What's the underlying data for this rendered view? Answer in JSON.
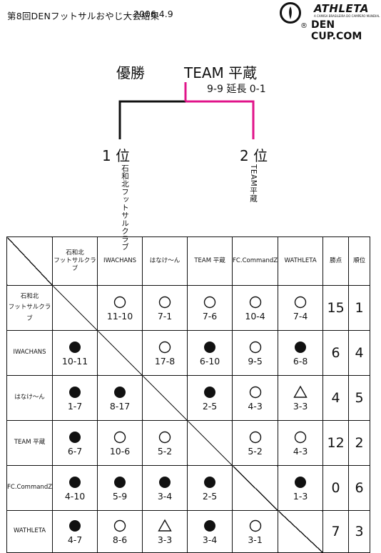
{
  "header": {
    "title": "第8回DENフットサルおやじ大会結果",
    "date": "2006.4.9",
    "logo_brand": "ATHLETA",
    "logo_subtext": "A CAMISA BRASILEIRA DO CAMPEÃO MUNDIAL",
    "logo_cup": "DEN CUP.COM",
    "logo_registered": "®"
  },
  "bracket": {
    "champion_label": "優勝",
    "champion_name": "TEAM 平蔵",
    "final_score": "9-9 延長 0-1",
    "first_place_label": "1 位",
    "first_place_team": "石和北フットサルクラブ",
    "second_place_label": "2 位",
    "second_place_team": "TEAM平蔵"
  },
  "results_table": {
    "columns": [
      "石和北\nフットサルクラブ",
      "IWACHANS",
      "はなけ〜ん",
      "TEAM 平蔵",
      "FC.CommandZ",
      "WATHLETA"
    ],
    "points_header": "勝点",
    "rank_header": "順位",
    "rows": [
      {
        "team": "石和北\nフットサルクラブ",
        "results": [
          null,
          {
            "r": "win",
            "s": "11-10"
          },
          {
            "r": "win",
            "s": "7-1"
          },
          {
            "r": "win",
            "s": "7-6"
          },
          {
            "r": "win",
            "s": "10-4"
          },
          {
            "r": "win",
            "s": "7-4"
          }
        ],
        "points": "15",
        "rank": "1"
      },
      {
        "team": "IWACHANS",
        "results": [
          {
            "r": "loss",
            "s": "10-11"
          },
          null,
          {
            "r": "win",
            "s": "17-8"
          },
          {
            "r": "loss",
            "s": "6-10"
          },
          {
            "r": "win",
            "s": "9-5"
          },
          {
            "r": "loss",
            "s": "6-8"
          }
        ],
        "points": "6",
        "rank": "4"
      },
      {
        "team": "はなけ〜ん",
        "results": [
          {
            "r": "loss",
            "s": "1-7"
          },
          {
            "r": "loss",
            "s": "8-17"
          },
          null,
          {
            "r": "loss",
            "s": "2-5"
          },
          {
            "r": "win",
            "s": "4-3"
          },
          {
            "r": "draw",
            "s": "3-3"
          }
        ],
        "points": "4",
        "rank": "5"
      },
      {
        "team": "TEAM 平蔵",
        "results": [
          {
            "r": "loss",
            "s": "6-7"
          },
          {
            "r": "win",
            "s": "10-6"
          },
          {
            "r": "win",
            "s": "5-2"
          },
          null,
          {
            "r": "win",
            "s": "5-2"
          },
          {
            "r": "win",
            "s": "4-3"
          }
        ],
        "points": "12",
        "rank": "2"
      },
      {
        "team": "FC.CommandZ",
        "results": [
          {
            "r": "loss",
            "s": "4-10"
          },
          {
            "r": "loss",
            "s": "5-9"
          },
          {
            "r": "loss",
            "s": "3-4"
          },
          {
            "r": "loss",
            "s": "2-5"
          },
          null,
          {
            "r": "loss",
            "s": "1-3"
          }
        ],
        "points": "0",
        "rank": "6"
      },
      {
        "team": "WATHLETA",
        "results": [
          {
            "r": "loss",
            "s": "4-7"
          },
          {
            "r": "win",
            "s": "8-6"
          },
          {
            "r": "draw",
            "s": "3-3"
          },
          {
            "r": "loss",
            "s": "3-4"
          },
          {
            "r": "win",
            "s": "3-1"
          },
          null
        ],
        "points": "7",
        "rank": "3"
      }
    ]
  },
  "colors": {
    "bracket_winner": "#e0148a",
    "bracket_loser": "#111111"
  }
}
